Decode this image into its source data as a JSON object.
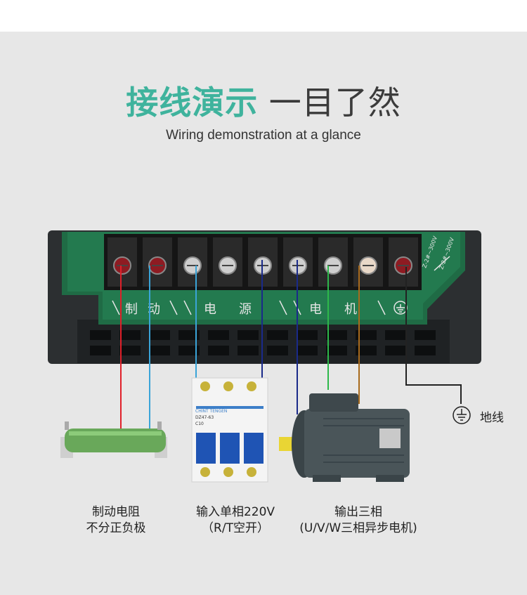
{
  "header": {
    "title_accent": "接线演示",
    "title_rest": " 一目了然",
    "subtitle": "Wiring demonstration at a glance"
  },
  "pcb": {
    "label_brake_1": "制",
    "label_brake_2": "动",
    "label_power_1": "电",
    "label_power_2": "源",
    "label_motor_1": "电",
    "label_motor_2": "机",
    "tiny_label_1": "Z-2#~300V",
    "tiny_label_2": "Z-2#~300V"
  },
  "breaker": {
    "brand": "CHINT TENGEN",
    "model": "DZ47-63",
    "rating": "C10"
  },
  "labels": {
    "ground": "地线"
  },
  "captions": {
    "resistor": {
      "line1": "制动电阻",
      "line2": "不分正负极"
    },
    "breaker": {
      "line1": "输入单相220V",
      "line2": "（R/T空开）"
    },
    "motor": {
      "line1": "输出三相",
      "line2": "(U/V/W三相异步电机)"
    }
  },
  "colors": {
    "accent": "#3fb39d",
    "wire_red": "#e0202a",
    "wire_light_blue": "#3aa4d8",
    "wire_dark_blue": "#1a2a8a",
    "wire_green": "#2db84a",
    "wire_brown": "#a86a1c",
    "pcb_green": "#237a4f"
  },
  "icons": [
    "ground-icon"
  ]
}
